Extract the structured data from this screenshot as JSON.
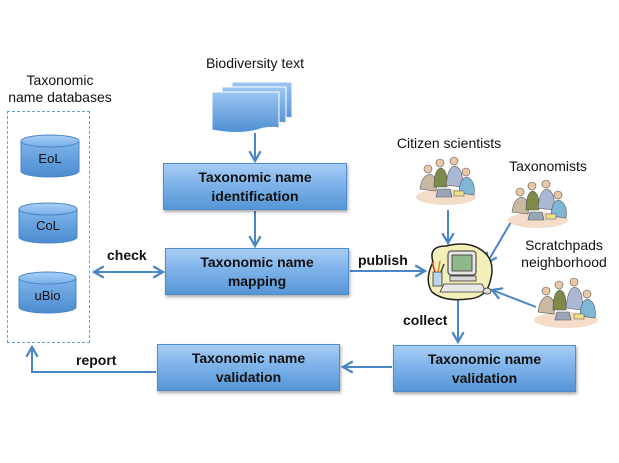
{
  "databases": {
    "title_line1": "Taxonomic",
    "title_line2": "name databases",
    "items": [
      {
        "label": "EoL"
      },
      {
        "label": "CoL"
      },
      {
        "label": "uBio"
      }
    ]
  },
  "source": {
    "label": "Biodiversity text",
    "icon": "document-stack-icon"
  },
  "process": {
    "identification": {
      "line1": "Taxonomic name",
      "line2": "identification"
    },
    "mapping": {
      "line1": "Taxonomic name",
      "line2": "mapping"
    },
    "validation_collected": {
      "line1": "Taxonomic name",
      "line2": "validation"
    },
    "validation_reported": {
      "line1": "Taxonomic name",
      "line2": "validation"
    }
  },
  "edges": {
    "check": "check",
    "publish": "publish",
    "collect": "collect",
    "report": "report"
  },
  "community": {
    "citizen_scientists": "Citizen scientists",
    "taxonomists": "Taxonomists",
    "scratchpads_line1": "Scratchpads",
    "scratchpads_line2": "neighborhood",
    "hub_icon": "computer-icon",
    "group_icon": "people-group-icon"
  },
  "colors": {
    "box_top": "#a8cdf5",
    "box_bottom": "#5696d6",
    "arrow": "#4a86c5",
    "dashed_border": "#6a9fd2"
  }
}
